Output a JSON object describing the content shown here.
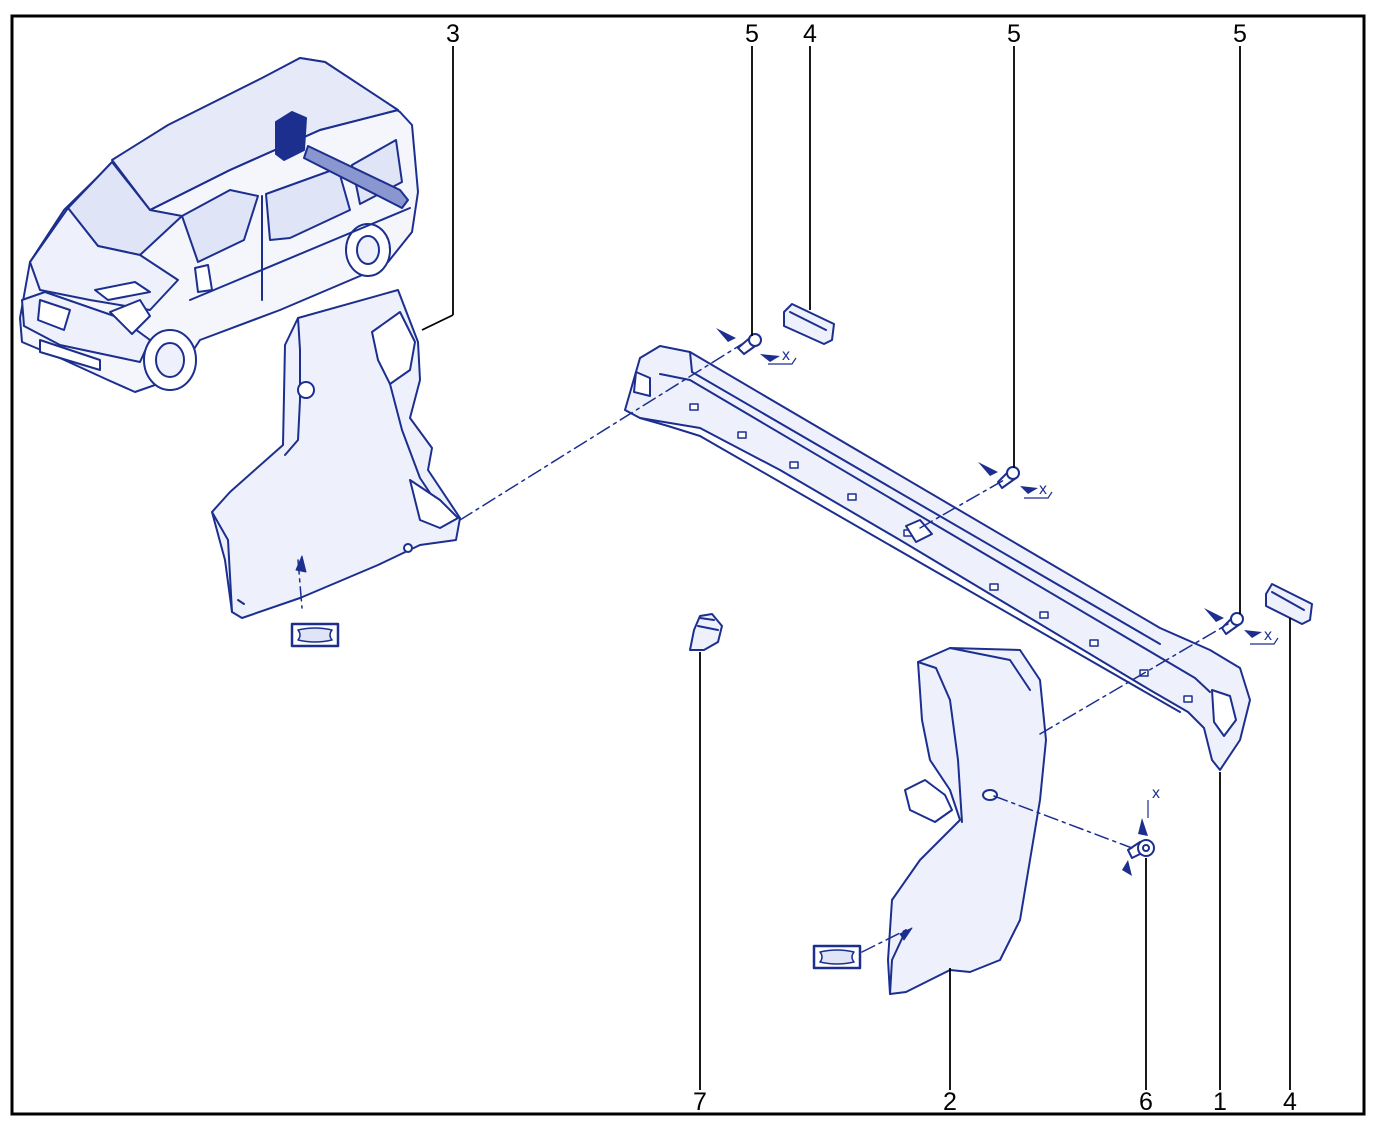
{
  "diagram": {
    "callouts": [
      {
        "id": "c3",
        "label": "3"
      },
      {
        "id": "c5a",
        "label": "5"
      },
      {
        "id": "c4a",
        "label": "4"
      },
      {
        "id": "c5b",
        "label": "5"
      },
      {
        "id": "c5c",
        "label": "5"
      },
      {
        "id": "c7",
        "label": "7"
      },
      {
        "id": "c2",
        "label": "2"
      },
      {
        "id": "c6",
        "label": "6"
      },
      {
        "id": "c1",
        "label": "1"
      },
      {
        "id": "c4b",
        "label": "4"
      }
    ],
    "torque_marks": [
      {
        "id": "x1",
        "label": "x"
      },
      {
        "id": "x2",
        "label": "x"
      },
      {
        "id": "x3",
        "label": "x"
      },
      {
        "id": "x4",
        "label": "x"
      }
    ],
    "colors": {
      "line": "#1c2f8f",
      "fill": "#eef1fb",
      "frame": "#000000",
      "text": "#000000"
    }
  }
}
